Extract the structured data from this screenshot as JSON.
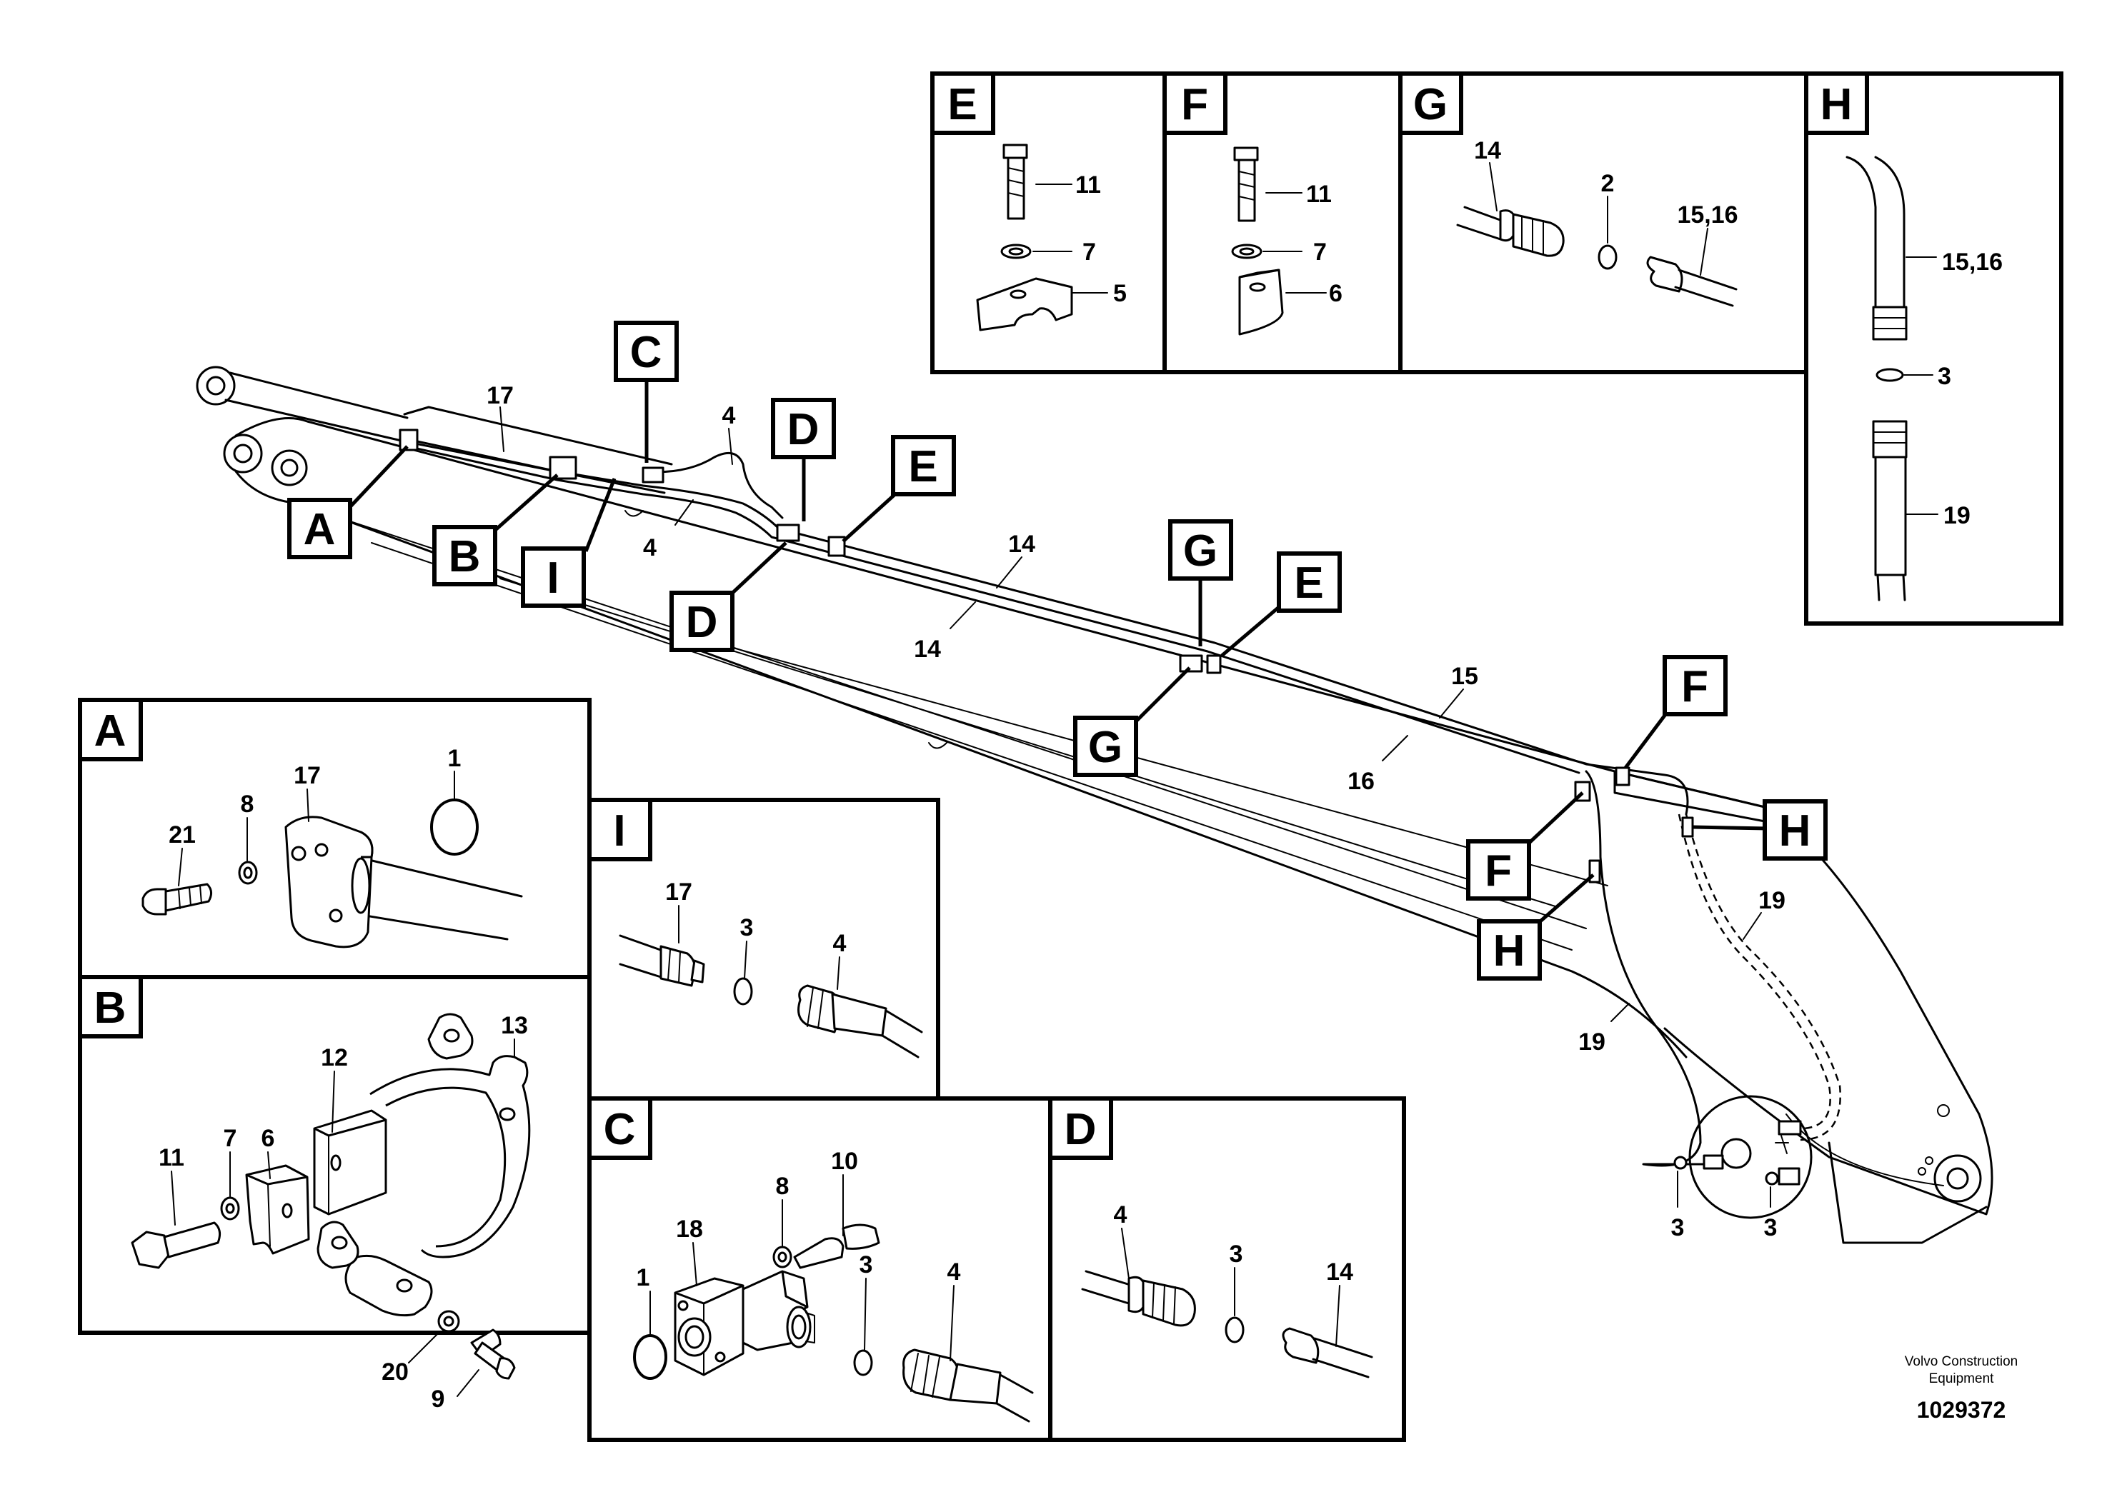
{
  "title": "",
  "callouts": {
    "A": "A",
    "B": "B",
    "C": "C",
    "D": "D",
    "E": "E",
    "F": "F",
    "G": "G",
    "H": "H",
    "I": "I"
  },
  "main_labels": {
    "l17": "17",
    "l4a": "4",
    "l4b": "4",
    "l14a": "14",
    "l14b": "14",
    "l15": "15",
    "l16": "16",
    "l19a": "19",
    "l19b": "19",
    "l3a": "3",
    "l3b": "3"
  },
  "detail_E": {
    "letter": "E",
    "p11": "11",
    "p7": "7",
    "p5": "5"
  },
  "detail_F": {
    "letter": "F",
    "p11": "11",
    "p7": "7",
    "p6": "6"
  },
  "detail_G": {
    "letter": "G",
    "p14": "14",
    "p2": "2",
    "p1516": "15,16"
  },
  "detail_H": {
    "letter": "H",
    "p1516": "15,16",
    "p3": "3",
    "p19": "19"
  },
  "detail_A": {
    "letter": "A",
    "p1": "1",
    "p8": "8",
    "p17": "17",
    "p21": "21"
  },
  "detail_I": {
    "letter": "I",
    "p17": "17",
    "p3": "3",
    "p4": "4"
  },
  "detail_B": {
    "letter": "B",
    "p11": "11",
    "p7": "7",
    "p6": "6",
    "p12": "12",
    "p13": "13",
    "p20": "20",
    "p9": "9"
  },
  "detail_C": {
    "letter": "C",
    "p18": "18",
    "p8": "8",
    "p10": "10",
    "p1": "1",
    "p3": "3",
    "p4": "4"
  },
  "detail_D": {
    "letter": "D",
    "p4": "4",
    "p3": "3",
    "p14": "14"
  },
  "footer": {
    "maker_line1": "Volvo Construction",
    "maker_line2": "Equipment",
    "doc_number": "1029372"
  }
}
